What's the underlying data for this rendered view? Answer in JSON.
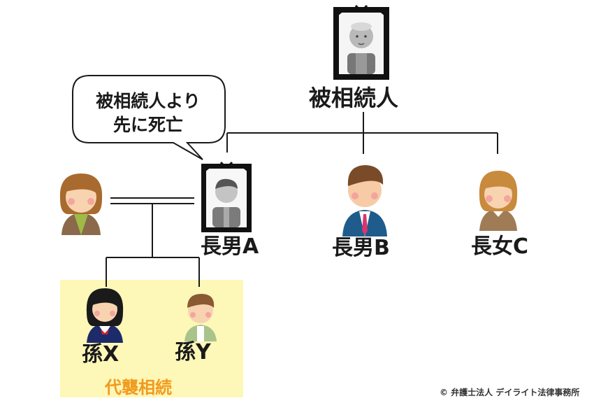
{
  "nodes": {
    "deceased": {
      "label": "被相続人"
    },
    "son_a": {
      "label": "長男A"
    },
    "son_b": {
      "label": "長男B"
    },
    "daughter_c": {
      "label": "長女C"
    },
    "grandchild_x": {
      "label": "孫X"
    },
    "grandchild_y": {
      "label": "孫Y"
    }
  },
  "speech_bubble": {
    "line1": "被相続人より",
    "line2": "先に死亡"
  },
  "representation_label": "代襲相続",
  "copyright": "© 弁護士法人 デイライト法律事務所",
  "colors": {
    "highlight_box": "#fdf7b8",
    "representation_text": "#f19a1d",
    "line": "#1a1a1a"
  },
  "icons": {
    "deceased_portrait": "memorial-portrait-elder-icon",
    "son_a_portrait": "memorial-portrait-man-icon",
    "spouse": "woman-avatar-icon",
    "son_b": "man-in-suit-avatar-icon",
    "daughter_c": "woman-avatar-icon",
    "grandchild_x": "girl-student-avatar-icon",
    "grandchild_y": "boy-avatar-icon"
  }
}
